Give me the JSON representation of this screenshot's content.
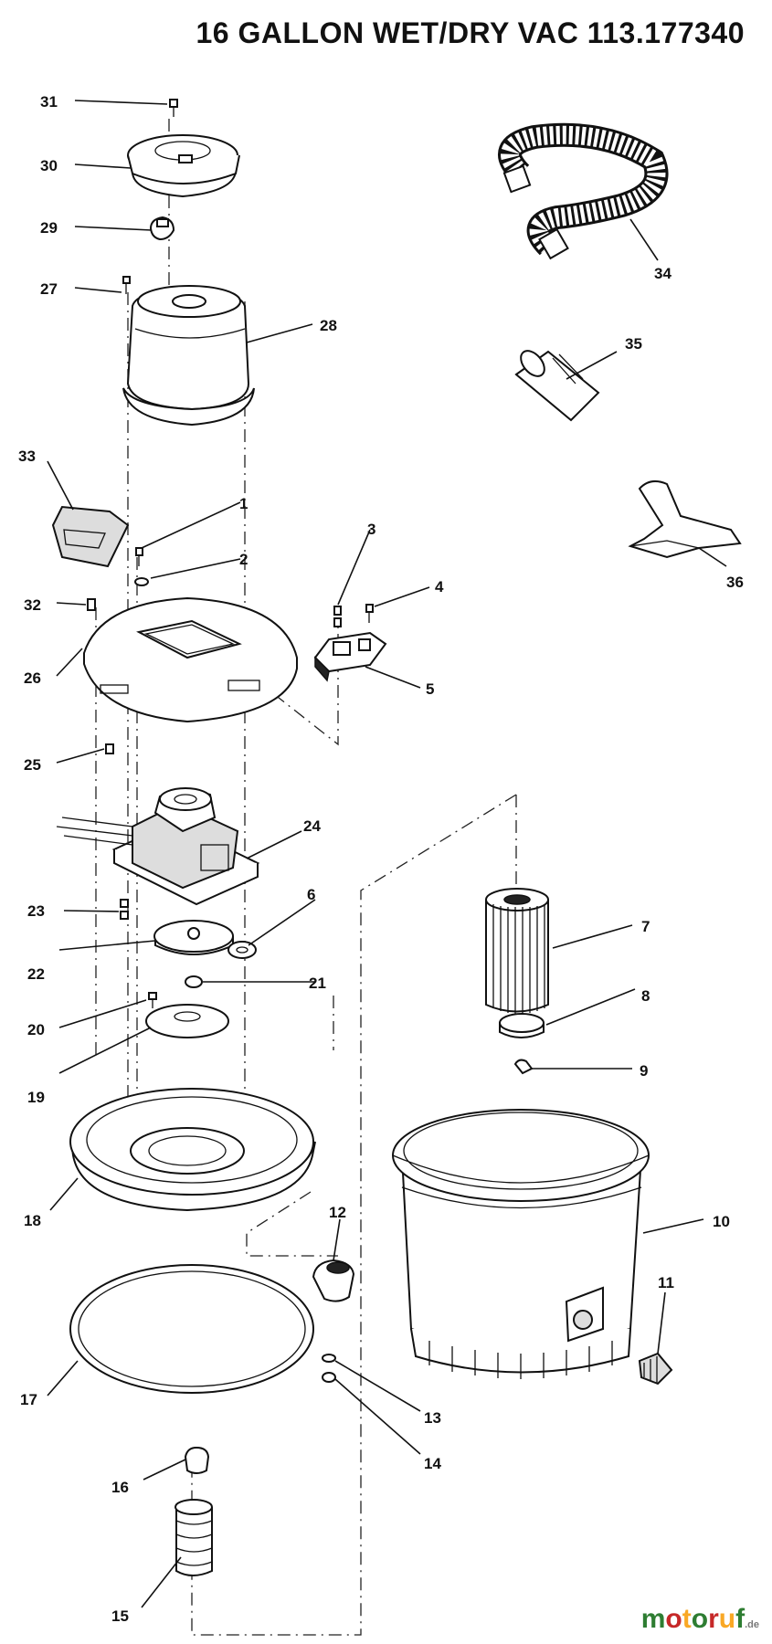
{
  "title": "16 GALLON WET/DRY VAC 113.177340",
  "watermark": {
    "text": "motoruf",
    "suffix": ".de",
    "colors": [
      "#2e7d32",
      "#c62828",
      "#f9a825"
    ]
  },
  "callouts": {
    "p1": "1",
    "p2": "2",
    "p3": "3",
    "p4": "4",
    "p5": "5",
    "p6": "6",
    "p7": "7",
    "p8": "8",
    "p9": "9",
    "p10": "10",
    "p11": "11",
    "p12": "12",
    "p13": "13",
    "p14": "14",
    "p15": "15",
    "p16": "16",
    "p17": "17",
    "p18": "18",
    "p19": "19",
    "p20": "20",
    "p21": "21",
    "p22": "22",
    "p23": "23",
    "p24": "24",
    "p25": "25",
    "p26": "26",
    "p27": "27",
    "p28": "28",
    "p29": "29",
    "p30": "30",
    "p31": "31",
    "p32": "32",
    "p33": "33",
    "p34": "34",
    "p35": "35",
    "p36": "36"
  }
}
